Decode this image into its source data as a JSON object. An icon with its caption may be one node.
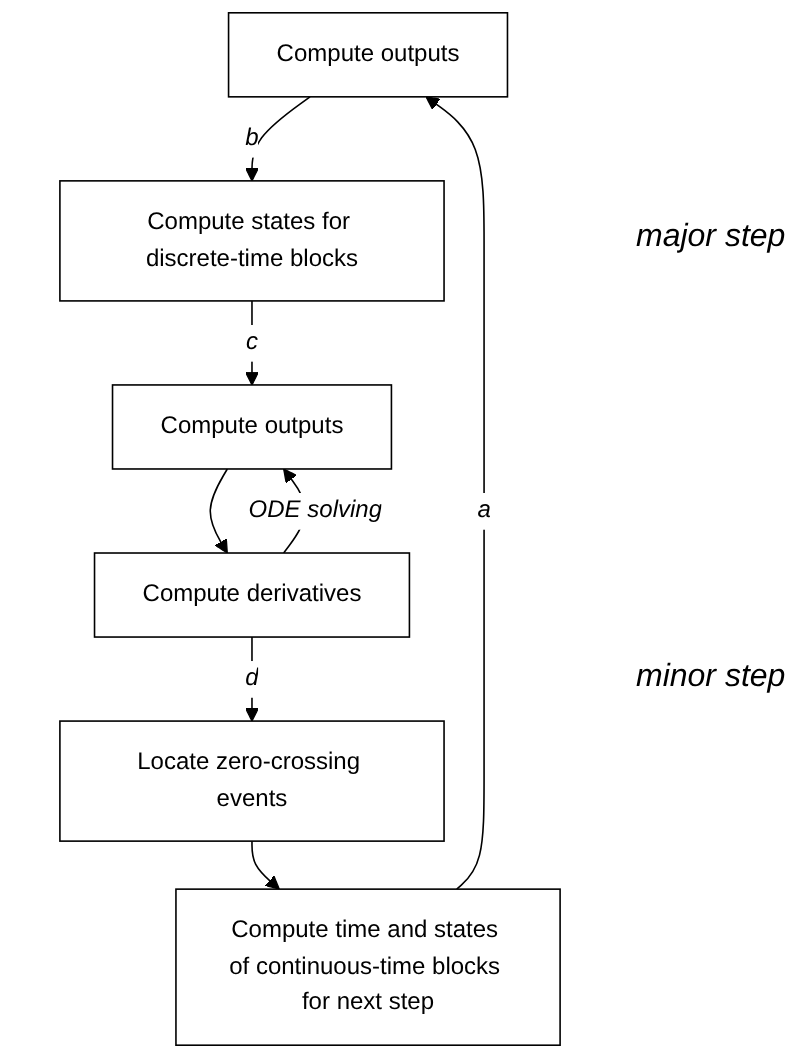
{
  "diagram": {
    "nodes": [
      {
        "text": [
          "Compute outputs"
        ]
      },
      {
        "text": [
          "Compute states for discrete-time blocks"
        ]
      },
      {
        "text": [
          "Compute outputs"
        ]
      },
      {
        "text": [
          "Compute derivatives"
        ]
      },
      {
        "text": [
          "Locate zero-crossing events"
        ]
      },
      {
        "text": [
          "Compute time and states of continuous-time blocks for next step"
        ]
      }
    ],
    "edges": [
      {
        "from": 5,
        "to": 0,
        "arrow": "to",
        "label": "a"
      },
      {
        "from": 0,
        "to": 1,
        "arrow": "to",
        "label": "b"
      },
      {
        "from": 1,
        "to": 2,
        "arrow": "to",
        "label": "c"
      },
      {
        "from": 2,
        "to": 3,
        "arrow": "to"
      },
      {
        "from": 3,
        "to": 2,
        "arrow": "to",
        "label": "ODE solving"
      },
      {
        "from": 3,
        "to": 4,
        "arrow": "to",
        "label": "d"
      },
      {
        "from": 4,
        "to": 5,
        "arrow": "to"
      }
    ],
    "labels": [
      "major step",
      "minor step"
    ]
  }
}
